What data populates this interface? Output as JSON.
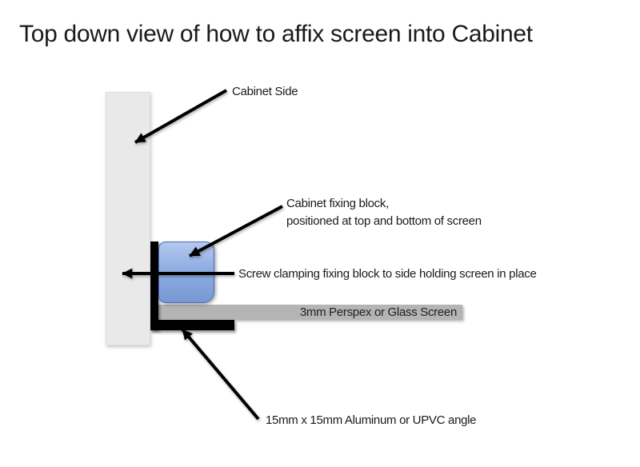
{
  "title": "Top down view of how to affix screen into Cabinet",
  "diagram": {
    "cabinet_side_label": "Cabinet Side",
    "fixing_block_label_line1": "Cabinet fixing block,",
    "fixing_block_label_line2": "positioned at top and bottom of screen",
    "screw_label": "Screw clamping fixing block to side holding screen in place",
    "screen_label": "3mm Perspex or Glass Screen",
    "angle_label": "15mm x 15mm Aluminum or UPVC angle"
  },
  "colors": {
    "background": "#ffffff",
    "text": "#1a1a1a",
    "arrow": "#000000",
    "cabinet_side_fill": "#e9e9e9",
    "angle_fill": "#000000",
    "screen_fill": "#b4b4b4",
    "block_fill_top": "#b4c9f0",
    "block_fill_mid": "#8fade2",
    "block_fill_bottom": "#7897d4",
    "block_border": "#4a6fb5"
  }
}
